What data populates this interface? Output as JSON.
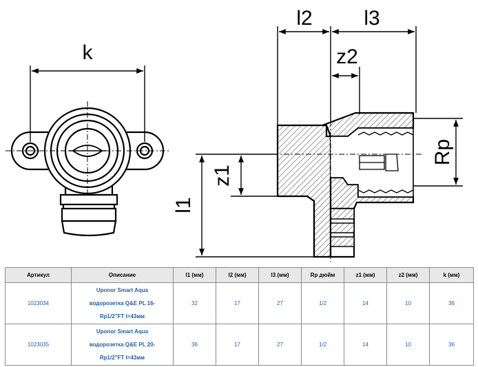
{
  "drawing": {
    "labels": {
      "k": "k",
      "l1": "l1",
      "l2": "l2",
      "l3": "l3",
      "z1": "z1",
      "z2": "z2",
      "rp": "Rp"
    }
  },
  "table": {
    "headers": [
      "Артикул",
      "Описание",
      "l1 (мм)",
      "l2 (мм)",
      "l3 (мм)",
      "Rp дюйм",
      "z1 (мм)",
      "z2 (мм)",
      "k (мм)"
    ],
    "rows": [
      {
        "article": "1023034",
        "description": [
          "Uponor Smart Aqua",
          "водорозетка Q&E PL 16-",
          "Rp1/2\"FT l=43мм"
        ],
        "l1": "32",
        "l2": "17",
        "l3": "27",
        "rp": "1/2",
        "z1": "14",
        "z2": "10",
        "k": "36"
      },
      {
        "article": "1023035",
        "description": [
          "Uponor Smart Aqua",
          "водорозетка Q&E PL 20-",
          "Rp1/2\"FT l=43мм"
        ],
        "l1": "36",
        "l2": "17",
        "l3": "27",
        "rp": "1/2",
        "z1": "14",
        "z2": "10",
        "k": "36"
      }
    ]
  }
}
